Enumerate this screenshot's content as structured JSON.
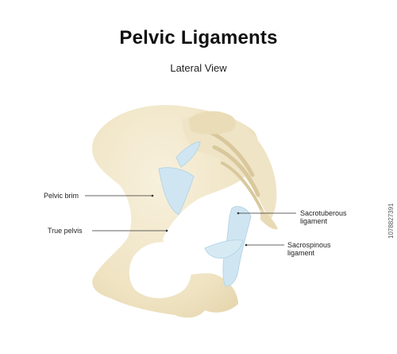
{
  "header": {
    "title": "Pelvic Ligaments",
    "subtitle": "Lateral View"
  },
  "labels": {
    "pelvic_brim": "Pelvic brim",
    "true_pelvis": "True pelvis",
    "sacrotuberous_line1": "Sacrotuberous",
    "sacrotuberous_line2": "ligament",
    "sacrospinous_line1": "Sacrospinous",
    "sacrospinous_line2": "ligament"
  },
  "watermark": {
    "image_id": "1078827391"
  },
  "colors": {
    "bone": "#f2e8cc",
    "bone_shade": "#e6d7b0",
    "ligament": "#cfe6f2",
    "ligament_edge": "#b7d6e6",
    "leader_line": "#333333"
  }
}
